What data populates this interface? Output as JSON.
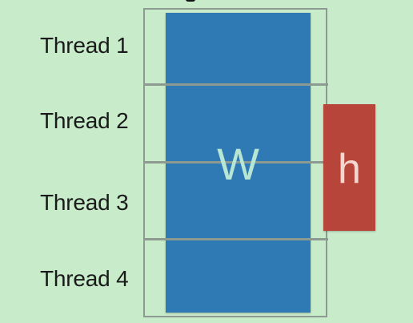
{
  "threads": [
    {
      "label": "Thread 1"
    },
    {
      "label": "Thread 2"
    },
    {
      "label": "Thread 3"
    },
    {
      "label": "Thread 4"
    }
  ],
  "matrix": {
    "label": "W",
    "color": "#2f79b5"
  },
  "vector": {
    "label": "h",
    "color": "#b8453a"
  },
  "colors": {
    "background": "#c8ebca",
    "frame": "#8d9a92",
    "label_text": "#1a1a1a"
  }
}
